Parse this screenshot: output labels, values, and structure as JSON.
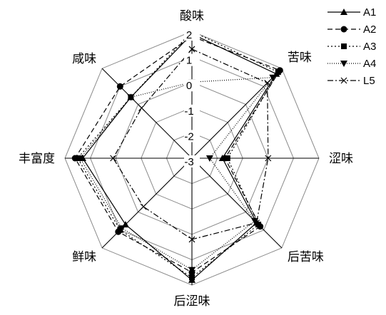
{
  "chart_data": {
    "type": "radar",
    "title": "",
    "axes": [
      "酸味",
      "苦味",
      "涩味",
      "后苦味",
      "后涩味",
      "鲜味",
      "丰富度",
      "咸味"
    ],
    "ticks": [
      "2",
      "1",
      "0",
      "-1",
      "-2",
      "-3"
    ],
    "rlim": [
      -3,
      2
    ],
    "grid": true,
    "legend_position": "top-right",
    "series": [
      {
        "name": "A1",
        "values": [
          1.9,
          1.7,
          -1.8,
          0.6,
          1.8,
          0.7,
          1.3,
          0.4
        ],
        "marker": "triangle-up",
        "dash": "solid",
        "color": "#000000"
      },
      {
        "name": "A2",
        "values": [
          1.8,
          1.9,
          -1.7,
          0.8,
          1.5,
          1.1,
          1.6,
          1.0
        ],
        "marker": "circle",
        "dash": "dash",
        "color": "#000000"
      },
      {
        "name": "A3",
        "values": [
          2.0,
          1.8,
          -1.6,
          0.7,
          1.7,
          1.0,
          1.5,
          0.4
        ],
        "marker": "square",
        "dash": "dot",
        "color": "#000000"
      },
      {
        "name": "A4",
        "values": [
          0.0,
          1.5,
          -2.3,
          0.5,
          1.4,
          0.9,
          1.4,
          0.4
        ],
        "marker": "triangle-down",
        "dash": "fine-dot",
        "color": "#000000"
      },
      {
        "name": "L5",
        "values": [
          1.3,
          1.2,
          0.0,
          0.6,
          0.2,
          -0.3,
          0.1,
          -0.2
        ],
        "marker": "x",
        "dash": "dashdot",
        "color": "#000000"
      }
    ]
  }
}
